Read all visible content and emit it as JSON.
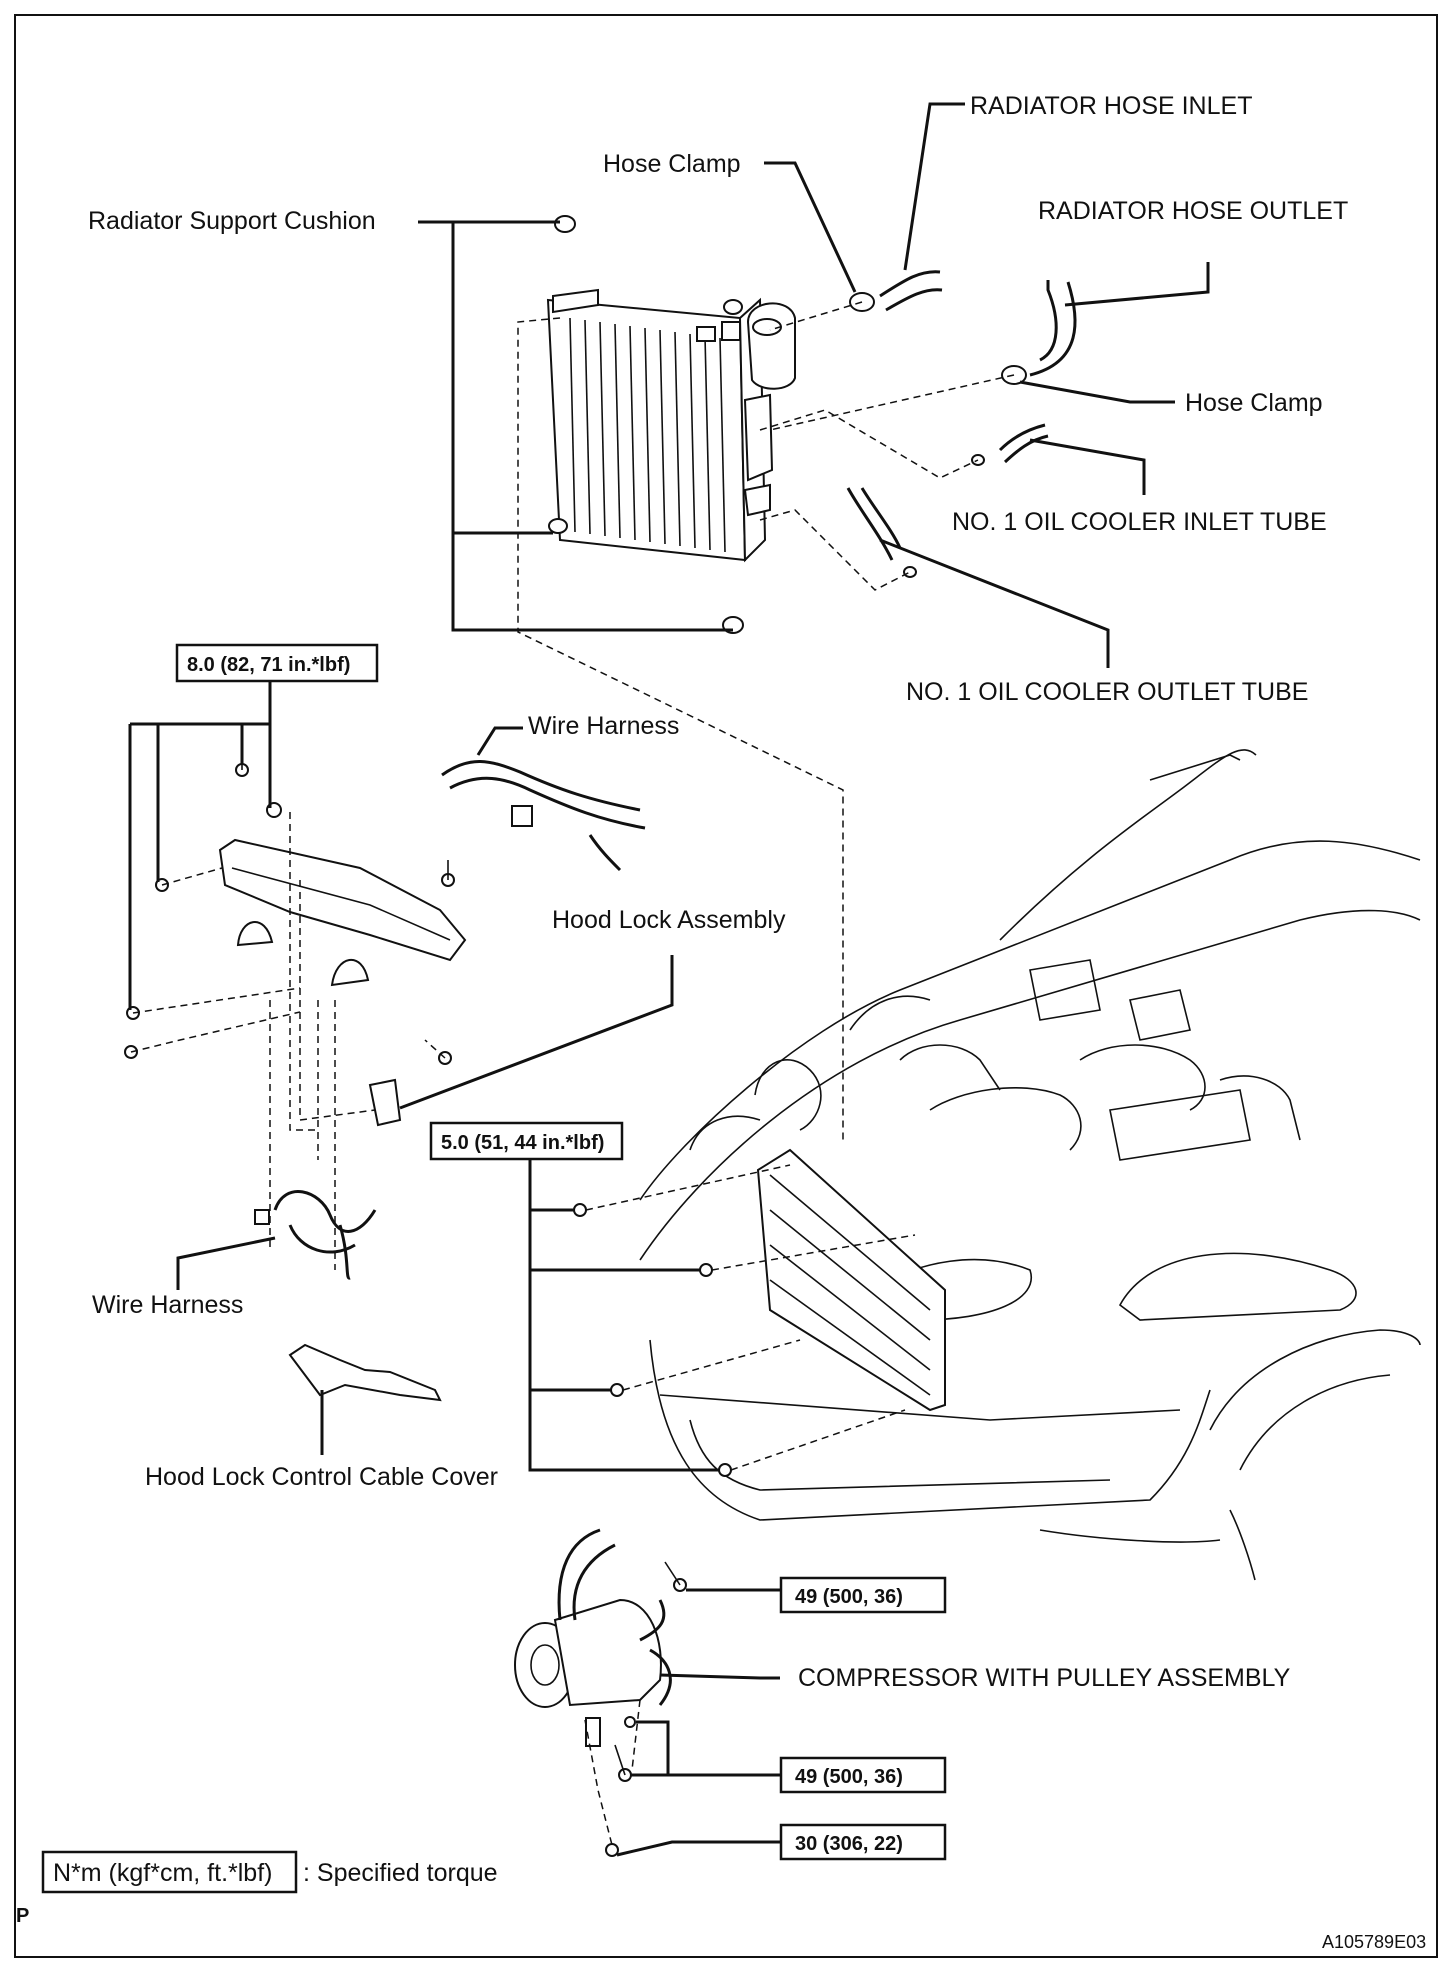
{
  "labels": {
    "radiator_hose_inlet": "RADIATOR HOSE INLET",
    "hose_clamp_top": "Hose Clamp",
    "radiator_support_cushion": "Radiator Support Cushion",
    "radiator_hose_outlet": "RADIATOR HOSE OUTLET",
    "hose_clamp_right": "Hose Clamp",
    "oil_cooler_inlet_tube": "NO. 1 OIL COOLER INLET TUBE",
    "oil_cooler_outlet_tube": "NO. 1 OIL COOLER OUTLET TUBE",
    "wire_harness_top": "Wire Harness",
    "hood_lock_assembly": "Hood Lock Assembly",
    "wire_harness_left": "Wire Harness",
    "hood_lock_control_cable_cover": "Hood Lock Control Cable Cover",
    "compressor_with_pulley_assembly": "COMPRESSOR WITH PULLEY ASSEMBLY"
  },
  "torques": {
    "upper_support": "8.0 (82, 71 in.*lbf)",
    "condenser": "5.0 (51, 44 in.*lbf)",
    "compressor_upper": "49 (500, 36)",
    "compressor_lower": "49 (500, 36)",
    "compressor_bracket": "30 (306, 22)"
  },
  "legend": {
    "unit_box": "N*m (kgf*cm, ft.*lbf)",
    "text": ": Specified torque"
  },
  "footer": {
    "corner_letter": "P",
    "figure_id": "A105789E03"
  }
}
